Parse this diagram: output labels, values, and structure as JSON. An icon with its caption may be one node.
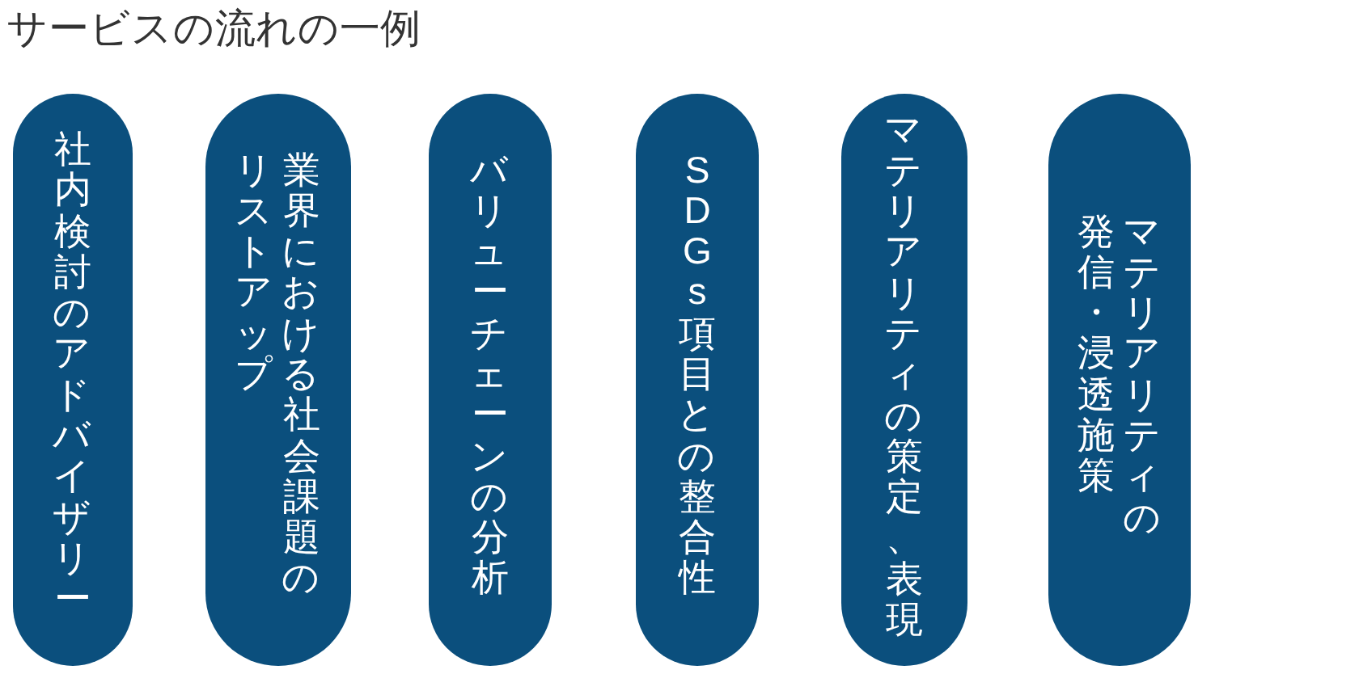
{
  "diagram": {
    "title": "サービスの流れの一例",
    "nodes": [
      {
        "text": [
          "社内検討のアドバイザリー"
        ]
      },
      {
        "text": [
          "業界における社会課題のリストアップ"
        ]
      },
      {
        "text": [
          "バリューチェーンの分析"
        ]
      },
      {
        "text": [
          "SDGs項目との整合性"
        ]
      },
      {
        "text": [
          "マテリアリティの策定、表現"
        ]
      },
      {
        "text": [
          "マテリアリティの発信・浸透施策"
        ]
      }
    ]
  }
}
